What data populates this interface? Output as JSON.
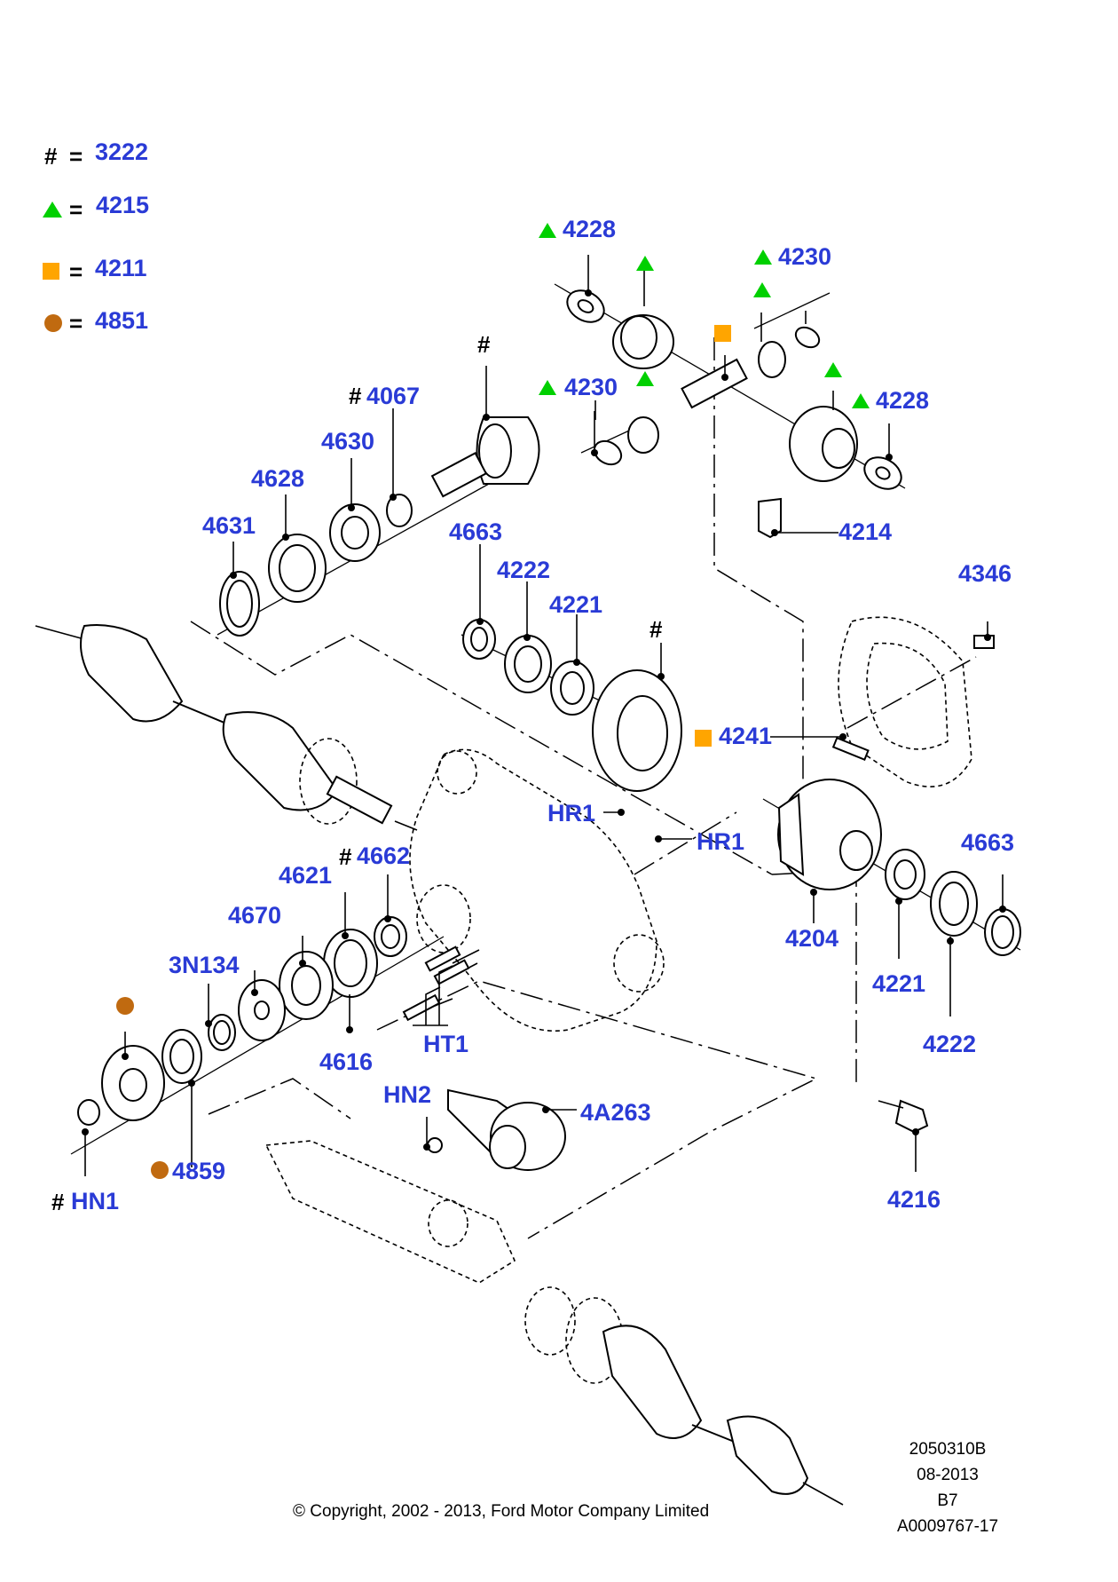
{
  "legend": [
    {
      "symbol": "#",
      "symbol_name": "hash",
      "equals": "=",
      "code": "3222"
    },
    {
      "symbol": "triangle",
      "symbol_name": "green-triangle",
      "equals": "=",
      "code": "4215",
      "color": "#00d000"
    },
    {
      "symbol": "square",
      "symbol_name": "orange-square",
      "equals": "=",
      "code": "4211",
      "color": "#ffa500"
    },
    {
      "symbol": "circle",
      "symbol_name": "brown-circle",
      "equals": "=",
      "code": "4851",
      "color": "#c06a10"
    }
  ],
  "callout_color": "#2a3bd6",
  "callouts": {
    "c4228a": {
      "prefix": "triangle",
      "label": "4228"
    },
    "c4230a": {
      "prefix": "triangle",
      "label": "4230"
    },
    "c4230b": {
      "prefix": "triangle",
      "label": "4230"
    },
    "c4228b": {
      "prefix": "triangle",
      "label": "4228"
    },
    "c4214": {
      "prefix": "",
      "label": "4214"
    },
    "c4067": {
      "prefix": "#",
      "label": "4067"
    },
    "c4630": {
      "prefix": "",
      "label": "4630"
    },
    "c4628": {
      "prefix": "",
      "label": "4628"
    },
    "c4631": {
      "prefix": "",
      "label": "4631"
    },
    "c4663a": {
      "prefix": "",
      "label": "4663"
    },
    "c4222a": {
      "prefix": "",
      "label": "4222"
    },
    "c4221a": {
      "prefix": "",
      "label": "4221"
    },
    "c4346": {
      "prefix": "",
      "label": "4346"
    },
    "c4241": {
      "prefix": "square",
      "label": "4241"
    },
    "cHR1a": {
      "prefix": "",
      "label": "HR1"
    },
    "cHR1b": {
      "prefix": "",
      "label": "HR1"
    },
    "c4662": {
      "prefix": "#",
      "label": "4662"
    },
    "c4621": {
      "prefix": "",
      "label": "4621"
    },
    "c4670": {
      "prefix": "",
      "label": "4670"
    },
    "c3N134": {
      "prefix": "",
      "label": "3N134"
    },
    "c4663b": {
      "prefix": "",
      "label": "4663"
    },
    "c4204": {
      "prefix": "",
      "label": "4204"
    },
    "c4221b": {
      "prefix": "",
      "label": "4221"
    },
    "c4222b": {
      "prefix": "",
      "label": "4222"
    },
    "cHT1": {
      "prefix": "",
      "label": "HT1"
    },
    "c4616": {
      "prefix": "",
      "label": "4616"
    },
    "cHN2": {
      "prefix": "",
      "label": "HN2"
    },
    "c4A263": {
      "prefix": "",
      "label": "4A263"
    },
    "c4859": {
      "prefix": "circle",
      "label": "4859"
    },
    "cHN1": {
      "prefix": "#",
      "label": "HN1"
    },
    "c4216": {
      "prefix": "",
      "label": "4216"
    }
  },
  "marks": {
    "hash_top": "#",
    "hash_ring": "#"
  },
  "meta": {
    "line1": "2050310B",
    "line2": "08-2013",
    "line3": "B7",
    "line4": "A0009767-17"
  },
  "copyright": "© Copyright, 2002 - 2013, Ford Motor Company Limited"
}
